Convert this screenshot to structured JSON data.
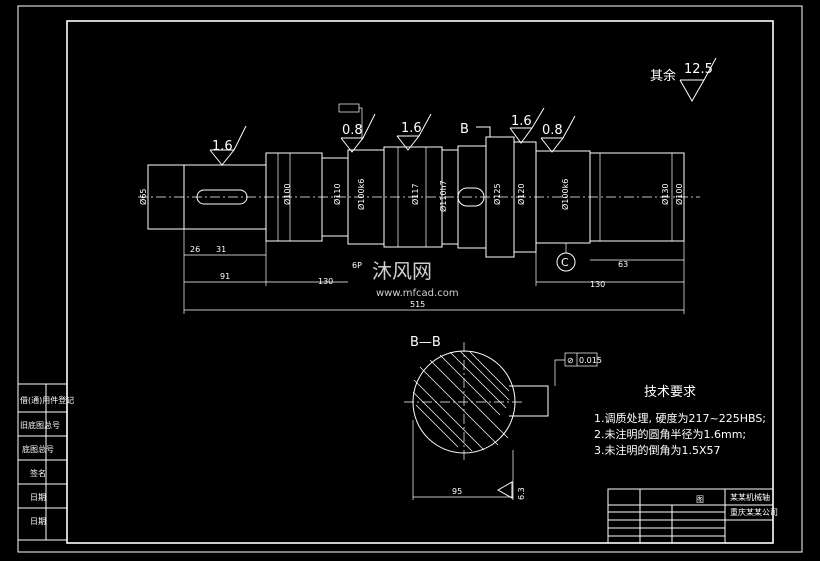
{
  "surface_finish": {
    "other_label": "其余",
    "other_value": "12.5",
    "marks": [
      "1.6",
      "0.8",
      "1.6",
      "1.6",
      "0.8"
    ]
  },
  "section_mark": "B",
  "section_title": "B—B",
  "datum_label": "C",
  "tolerance_frame": {
    "symbol": "⊘",
    "value": "0.015"
  },
  "dimensions": {
    "dia_left": "Ø65",
    "dim_26": "26",
    "dim_31": "31",
    "dim_91": "91",
    "dim_130a": "130",
    "dim_6": "6P",
    "dim_515": "515",
    "dim_63": "63",
    "dim_130b": "130",
    "dim_95": "95",
    "dim_63_section": "6.3"
  },
  "diameters": [
    "Ø100",
    "Ø110",
    "Ø100k6",
    "Ø117",
    "Ø110h7",
    "Ø125",
    "Ø120",
    "Ø100k6",
    "Ø130",
    "Ø100"
  ],
  "tech_req": {
    "title": "技术要求",
    "items": [
      "1.调质处理, 硬度为217~225HBS;",
      "2.未注明的圆角半径为1.6mm;",
      "3.未注明的倒角为1.5X57"
    ]
  },
  "left_table": [
    "借(通)用件登记",
    "旧底图总号",
    "底图总号",
    "签名",
    "日期",
    "日期"
  ],
  "title_block": {
    "main": "图",
    "project": "某某机械轴",
    "drawing_no": "重庆某某公司"
  },
  "watermark": {
    "brand": "沐风网",
    "url": "www.mfcad.com"
  }
}
